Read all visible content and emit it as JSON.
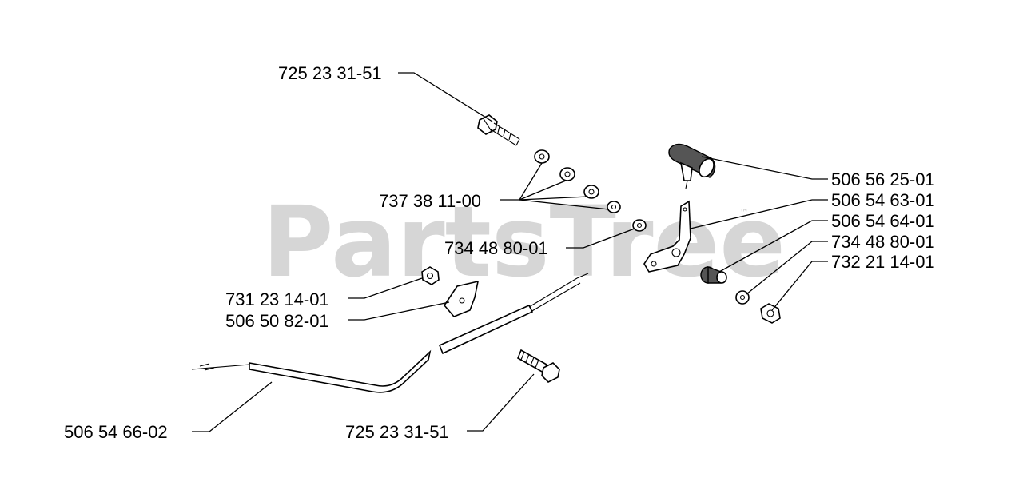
{
  "watermark": {
    "text": "PartsTree",
    "mark": "™"
  },
  "labels": {
    "bolt_top": "725 23 31-51",
    "washers": "737 38 11-00",
    "washer_mid": "734 48 80-01",
    "nut_left": "731 23 14-01",
    "clamp": "506 50 82-01",
    "cable": "506 54 66-02",
    "bolt_bottom": "725 23 31-51",
    "knob": "506 56 25-01",
    "lever": "506 54 63-01",
    "bushing": "506 54 64-01",
    "washer_right": "734 48 80-01",
    "nut_right": "732 21 14-01"
  }
}
